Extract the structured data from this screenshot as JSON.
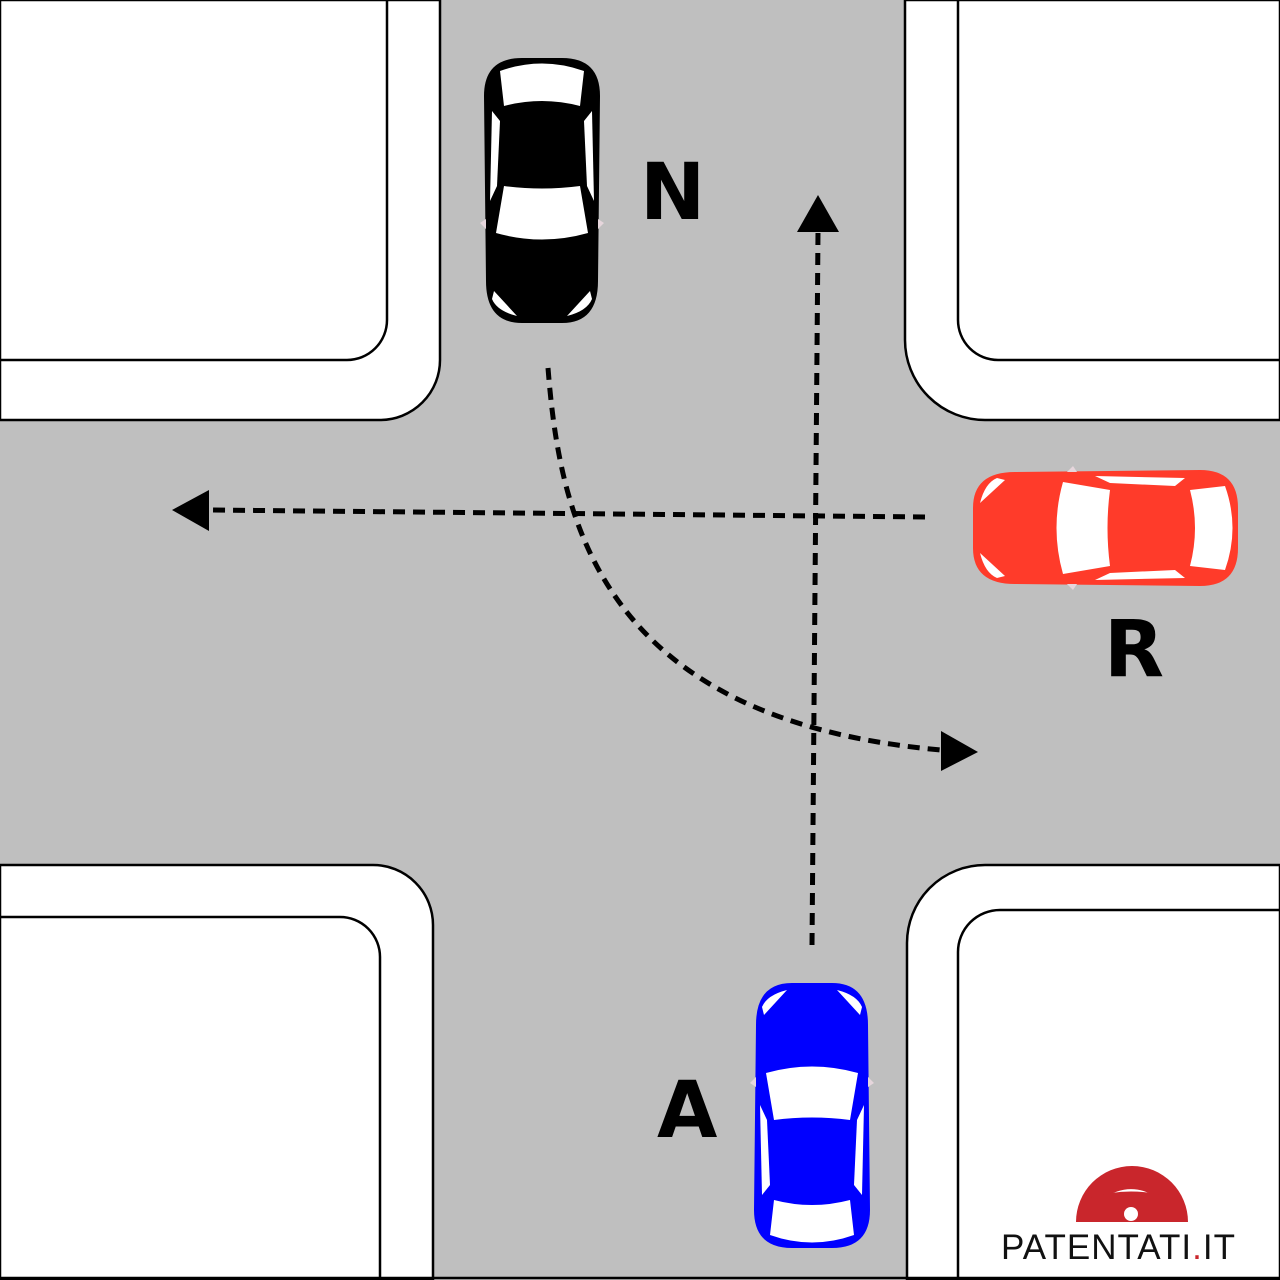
{
  "vehicles": [
    {
      "label": "N",
      "color": "#000000",
      "heading": "south",
      "path": "turn-left"
    },
    {
      "label": "R",
      "color": "#ff3b2a",
      "heading": "west",
      "path": "straight"
    },
    {
      "label": "A",
      "color": "#0000ff",
      "heading": "north",
      "path": "straight"
    }
  ],
  "colors": {
    "road": "#bfbfbf",
    "sidewalk": "#ffffff",
    "logo_red": "#c9262c"
  },
  "logo": {
    "text_main": "PATENTATI",
    "text_dot": ".",
    "text_tld": "IT"
  }
}
